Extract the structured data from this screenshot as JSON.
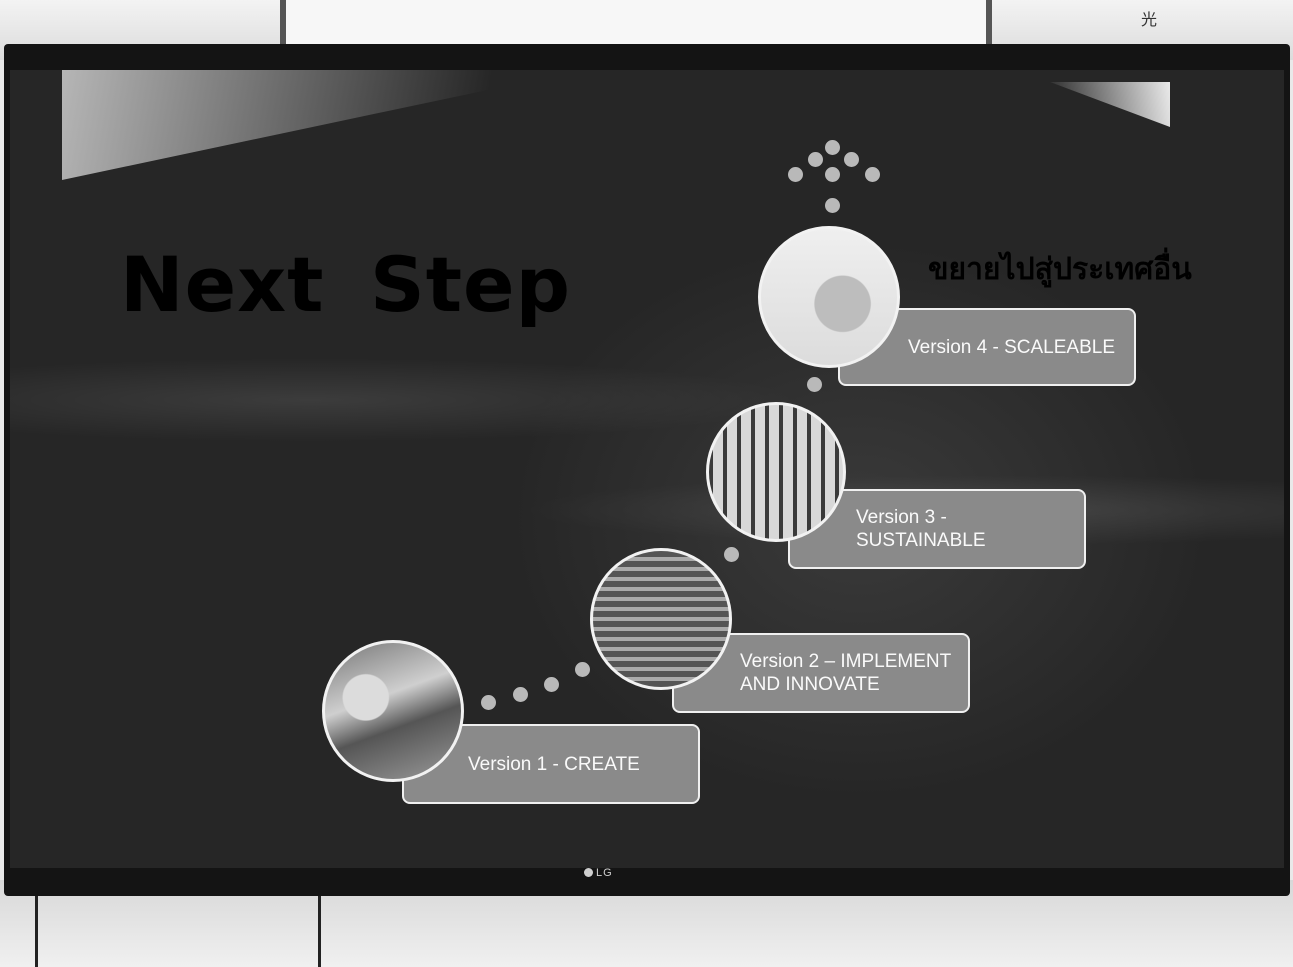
{
  "slide": {
    "title": "Next  Step",
    "thai_caption": "ขยายไปสู่ประเทศอื่น",
    "versions": [
      {
        "label": "Version 1 - CREATE"
      },
      {
        "label": "Version 2 – IMPLEMENT\nAND INNOVATE"
      },
      {
        "label": "Version 3 -\nSUSTAINABLE"
      },
      {
        "label": "Version 4 - SCALEABLE"
      }
    ]
  },
  "tv": {
    "brand": "LG"
  },
  "colors": {
    "screen_bg": "#282828",
    "box_fill": "#8a8a8a",
    "box_border": "#f0f0f0",
    "title_text": "#000000"
  }
}
